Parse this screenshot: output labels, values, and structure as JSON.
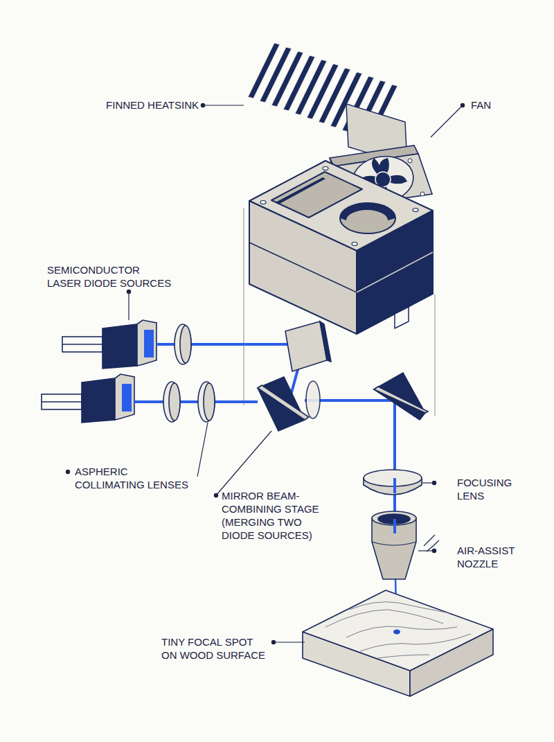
{
  "diagram": {
    "labels": [
      "FINNED HEATSINK",
      "FAN",
      "SEMICONDUCTOR LASER DIODE SOURCES",
      "ASPHERIC COLLIMATING LENSES",
      "MIRROR BEAM-COMBINING STAGE (MERGING TWO DIODE SOURCES)",
      "FOCUSING LENS",
      "AIR-ASSIST NOZZLE",
      "TINY FOCAL SPOT ON WOOD SURFACE"
    ]
  }
}
